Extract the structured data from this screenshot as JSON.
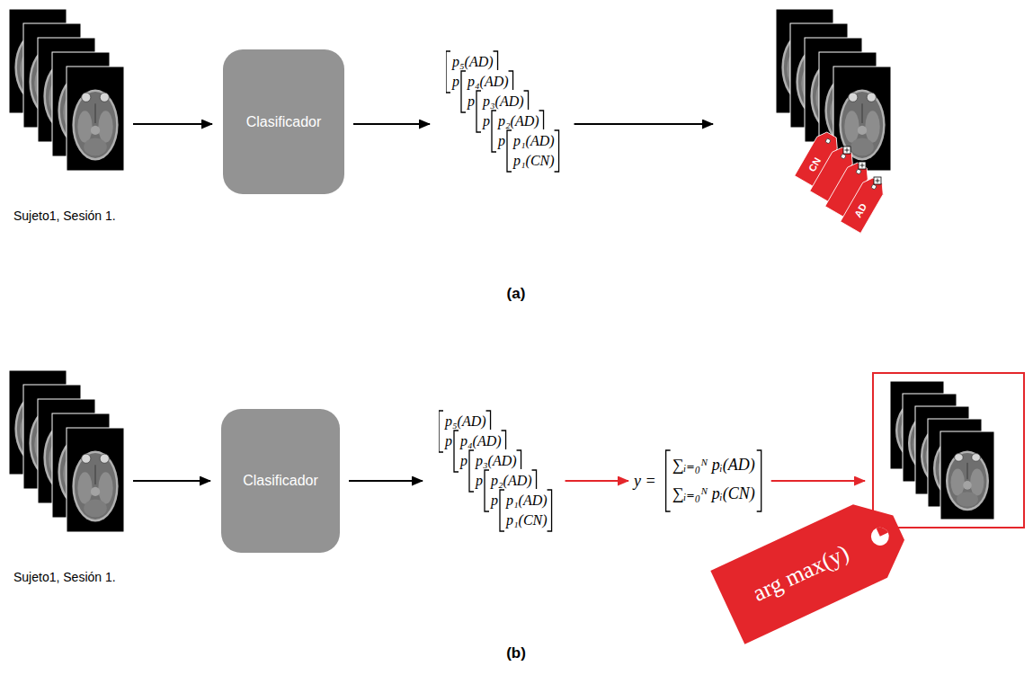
{
  "diagram": {
    "nodes": [
      {
        "text": [
          "Sujeto1, Sesión 1."
        ]
      },
      {
        "text": [
          "Clasificador"
        ]
      },
      {
        "text": [
          "p₅(AD)",
          "p",
          "p₄(AD)",
          "p",
          "p₃(AD)",
          "p",
          "p₂(AD)",
          "p",
          "p₁(AD)",
          "p₁(CN)"
        ]
      },
      {
        "text": [
          "CN",
          "AD"
        ]
      },
      {
        "text": [
          "Sujeto1, Sesión 1."
        ]
      },
      {
        "text": [
          "Clasificador"
        ]
      },
      {
        "text": [
          "p₅(AD)",
          "p",
          "p₄(AD)",
          "p",
          "p₃(AD)",
          "p",
          "p₂(AD)",
          "p",
          "p₁(AD)",
          "p₁(CN)"
        ]
      },
      {
        "text": [
          "y =",
          "∑ᵢ₌₀ᴺ pᵢ(AD)",
          "∑ᵢ₌₀ᴺ pᵢ(CN)"
        ]
      },
      {
        "text": [
          "arg max(y)"
        ]
      }
    ],
    "edges": [
      {
        "from": 0,
        "to": 1,
        "arrow": "to"
      },
      {
        "from": 1,
        "to": 2,
        "arrow": "to"
      },
      {
        "from": 2,
        "to": 3,
        "arrow": "to"
      },
      {
        "from": 4,
        "to": 5,
        "arrow": "to"
      },
      {
        "from": 5,
        "to": 6,
        "arrow": "to"
      },
      {
        "from": 6,
        "to": 7,
        "arrow": "to"
      },
      {
        "from": 7,
        "to": 8,
        "arrow": "to"
      }
    ],
    "labels": [
      "(a)",
      "(b)"
    ]
  }
}
